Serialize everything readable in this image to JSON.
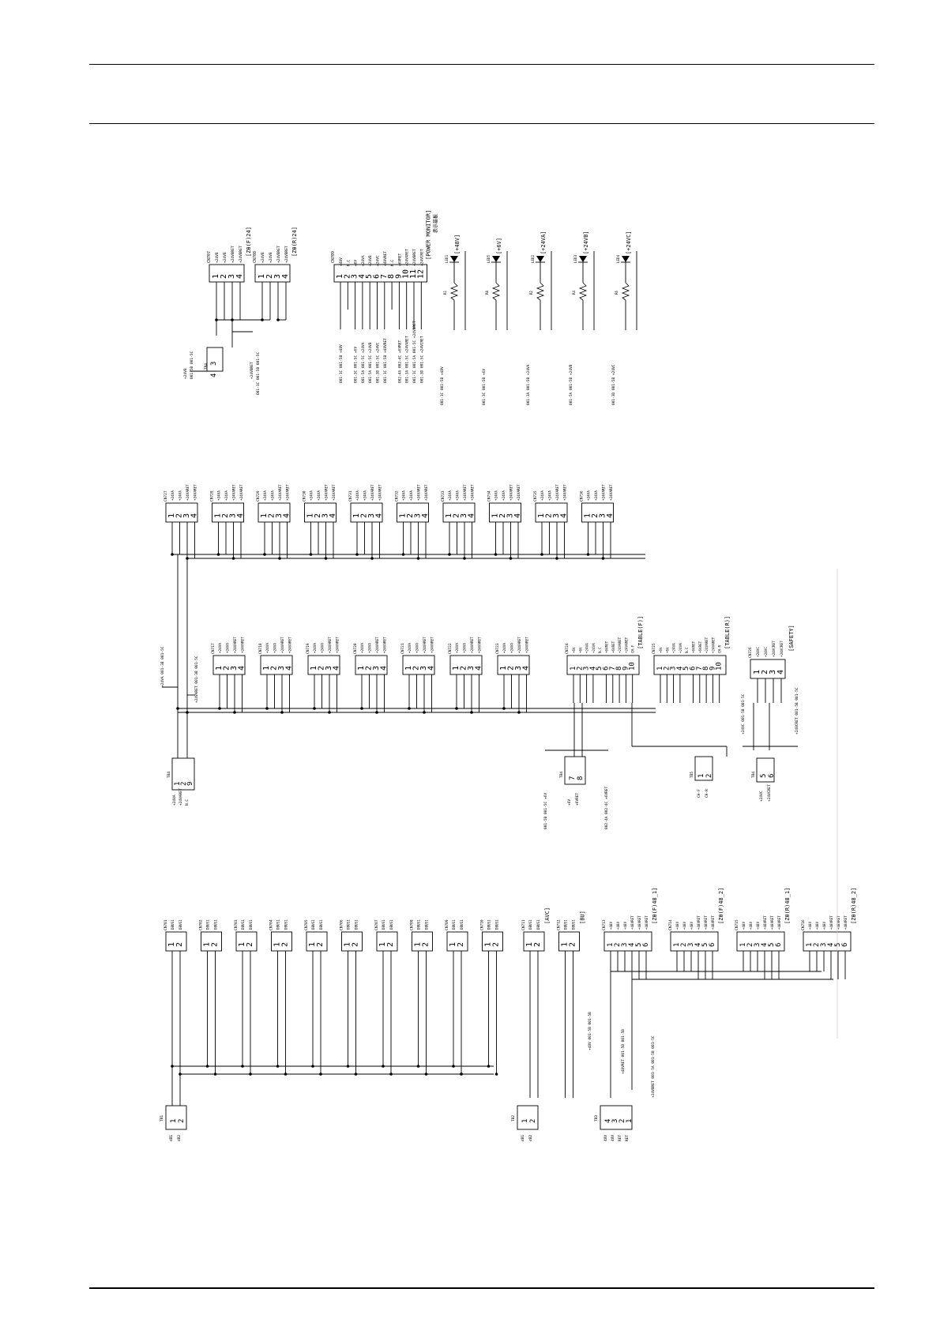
{
  "power_monitor": {
    "title": "[POWER MONITOR]",
    "subtitle": "表示基板",
    "connector": "CN709",
    "pins": [
      {
        "n": "1",
        "sig": "+48V",
        "net": "001-1C 001-5B +48V"
      },
      {
        "n": "2",
        "sig": "N.C",
        "net": ""
      },
      {
        "n": "3",
        "sig": "+6V",
        "net": "001-3C 001-5C +6V"
      },
      {
        "n": "4",
        "sig": "+24VA",
        "net": "001-5A 001-5C +24VA"
      },
      {
        "n": "5",
        "sig": "+24VB",
        "net": "001-5A 001-5C +24VB"
      },
      {
        "n": "6",
        "sig": "+24VC",
        "net": "001-3D 001-5C +24VC"
      },
      {
        "n": "7",
        "sig": "+48VRET",
        "net": "001-1C 001-5B +48VRET"
      },
      {
        "n": "8",
        "sig": "N.C",
        "net": ""
      },
      {
        "n": "9",
        "sig": "+6VRET",
        "net": "002-4A 002-4C +6VRET"
      },
      {
        "n": "10",
        "sig": "+24VARET",
        "net": "001-3A 001-5C +24VARET"
      },
      {
        "n": "11",
        "sig": "+24VBRET",
        "net": "001-1C 001-5A 001-5C +24VBRET"
      },
      {
        "n": "12",
        "sig": "+24VCRET",
        "net": "001-3D 001-5C +24VCRET"
      }
    ]
  },
  "z_theta_p": [
    {
      "conn": "CN707",
      "label": "[Zθ(F)24]",
      "pins": [
        "+24VB",
        "+24VB",
        "+24VBRET",
        "+24VBRET"
      ]
    },
    {
      "conn": "CN708",
      "label": "[Zθ(R)24]",
      "pins": [
        "+24VB",
        "+24VB",
        "+24VBRET",
        "+24VBRET"
      ]
    }
  ],
  "tb4_upper": {
    "name": "TB4",
    "pin_a": "3",
    "pin_b": "4",
    "net_a": "+24VB",
    "ref_a": "001-5B 001-5C",
    "net_b": "+24VBRET",
    "ref_b": "001-1C 001-5B 001-5C"
  },
  "leds": [
    {
      "led": "LED1",
      "res": "R1",
      "label": "[+48V]",
      "net": "001-1C 001-5B +48V"
    },
    {
      "led": "LED5",
      "res": "R8",
      "label": "[+6V]",
      "net": "001-3C 001-5B +6V"
    },
    {
      "led": "LED2",
      "res": "R2",
      "label": "[+24VA]",
      "net": "001-3A 001-5B +24VA"
    },
    {
      "led": "LED3",
      "res": "R4",
      "label": "[+24VB]",
      "net": "001-5A 001-5B +24VB"
    },
    {
      "led": "LED4",
      "res": "R6",
      "label": "[+24VC]",
      "net": "001-3D 001-5B +24VC"
    }
  ],
  "upper_bank": [
    "CN727",
    "CN728",
    "CN729",
    "CN730",
    "CN731",
    "CN732",
    "CN733",
    "CN734",
    "CN735",
    "CN736"
  ],
  "middle_bank": [
    "CN717",
    "CN718",
    "CN719",
    "CN720",
    "CN721",
    "CN722",
    "CN723"
  ],
  "bank_pins": [
    "+24VA",
    "+24VA",
    "+24VARET",
    "+24VARET"
  ],
  "tb4_mid": {
    "name": "TB4",
    "pins": [
      "1",
      "2",
      "9"
    ],
    "labels": [
      "+24VA",
      "+24VARET",
      "N.C"
    ],
    "net_a": "+24VA 001-3B 001-5C",
    "net_b": "+24VARET 001-3B 001-5C"
  },
  "table_f": {
    "conn": "CN724",
    "label": "[TABLE(F)]",
    "pins": [
      "+6V",
      "+6V",
      "+24VA",
      "+24VA",
      "N.C",
      "+6VRET",
      "+6VRET",
      "+24VARET",
      "+24VARET",
      "CH-F"
    ]
  },
  "table_r": {
    "conn": "CN725",
    "label": "[TABLE(R)]",
    "pins": [
      "+6V",
      "+6V",
      "+24VA",
      "+24VA",
      "N.C",
      "+6VRET",
      "+6VRET",
      "+24VARET",
      "+24VARET",
      "CH-R"
    ]
  },
  "safety": {
    "conn": "CN726",
    "label": "[SAFETY]",
    "pins": [
      "+24VC",
      "+24VC",
      "+24VCRET",
      "+24VCRET"
    ],
    "net_a": "+24VC 001-5B 001-5C",
    "net_b": "+24VCRET 001-5B 001-5C"
  },
  "tb4_lower": {
    "name": "TB4",
    "pins": [
      "7",
      "8"
    ],
    "labels": [
      "+6V",
      "+6VRET"
    ],
    "net_a": "001-5B 001-5C +6V",
    "net_b": "002-4A 002-4C +6VRET"
  },
  "tb5": {
    "name": "TB5",
    "pins": [
      "1",
      "2"
    ],
    "labels": [
      "CH-F",
      "CH-R"
    ]
  },
  "tb4_safety": {
    "name": "TB4",
    "pins": [
      "5",
      "6"
    ],
    "labels": [
      "+24VC",
      "+24VCRET"
    ]
  },
  "dbus_bank": [
    {
      "conn": "CN701",
      "tag": ""
    },
    {
      "conn": "CN702",
      "tag": ""
    },
    {
      "conn": "CN703",
      "tag": ""
    },
    {
      "conn": "CN704",
      "tag": ""
    },
    {
      "conn": "CN705",
      "tag": ""
    },
    {
      "conn": "CN706",
      "tag": ""
    },
    {
      "conn": "CN707",
      "tag": ""
    },
    {
      "conn": "CN708",
      "tag": ""
    },
    {
      "conn": "CN709",
      "tag": ""
    },
    {
      "conn": "CN710",
      "tag": ""
    },
    {
      "conn": "CN711",
      "tag": "[AVC]"
    },
    {
      "conn": "CN712",
      "tag": "[BU]"
    }
  ],
  "dbus_pins": [
    "DBUS1",
    "DBUS1"
  ],
  "tb1": {
    "name": "TB1",
    "pins": [
      "1",
      "2"
    ],
    "labels": [
      "dB1",
      "dB2"
    ]
  },
  "tb2": {
    "name": "TB2",
    "pins": [
      "1",
      "2"
    ],
    "labels": [
      "dB1",
      "dB2"
    ]
  },
  "tb3": {
    "name": "TB3",
    "pins": [
      "4",
      "3",
      "2",
      "1"
    ],
    "labels": [
      "48V",
      "48V",
      "RET",
      "RET"
    ],
    "net_a": "+48V 001-5B 001-5B",
    "net_b": "+48VRET 001-5B 001-5B",
    "net_c": "+24VBRET 001-5A 001-5B 001-5C"
  },
  "z_theta_48": [
    {
      "conn": "CN713",
      "label": "[Zθ(F)48_1]"
    },
    {
      "conn": "CN714",
      "label": "[Zθ(F)48_2]"
    },
    {
      "conn": "CN715",
      "label": "[Zθ(R)48_1]"
    },
    {
      "conn": "CN716",
      "label": "[Zθ(R)48_2]"
    }
  ],
  "z48_pins": [
    "+48V",
    "+48V",
    "+48V",
    "+48VRET",
    "+48VRET",
    "+48VRET"
  ]
}
